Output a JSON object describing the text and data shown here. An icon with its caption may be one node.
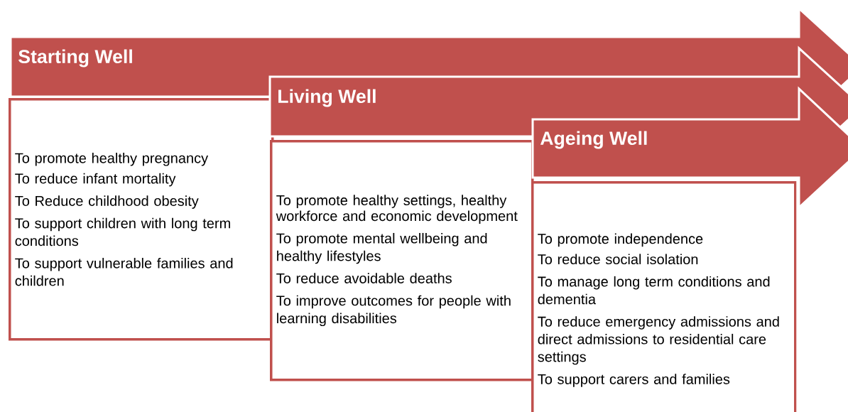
{
  "diagram": {
    "nodes": [
      {
        "text": [
          "Starting Well"
        ]
      },
      {
        "text": [
          "To promote healthy pregnancy",
          "To reduce infant mortality",
          "To Reduce childhood obesity",
          "To support children with long term conditions",
          "To support vulnerable families and children"
        ]
      },
      {
        "text": [
          "Living Well"
        ]
      },
      {
        "text": [
          "To promote healthy settings, healthy workforce and economic development",
          "To promote mental wellbeing and healthy lifestyles",
          "To reduce avoidable deaths",
          "To improve outcomes for people with learning disabilities"
        ]
      },
      {
        "text": [
          "Ageing Well"
        ]
      },
      {
        "text": [
          "To promote independence",
          "To reduce social isolation",
          "To manage long term conditions and dementia",
          "To reduce emergency admissions and direct admissions to residential care settings",
          "To support carers and families"
        ]
      }
    ]
  }
}
